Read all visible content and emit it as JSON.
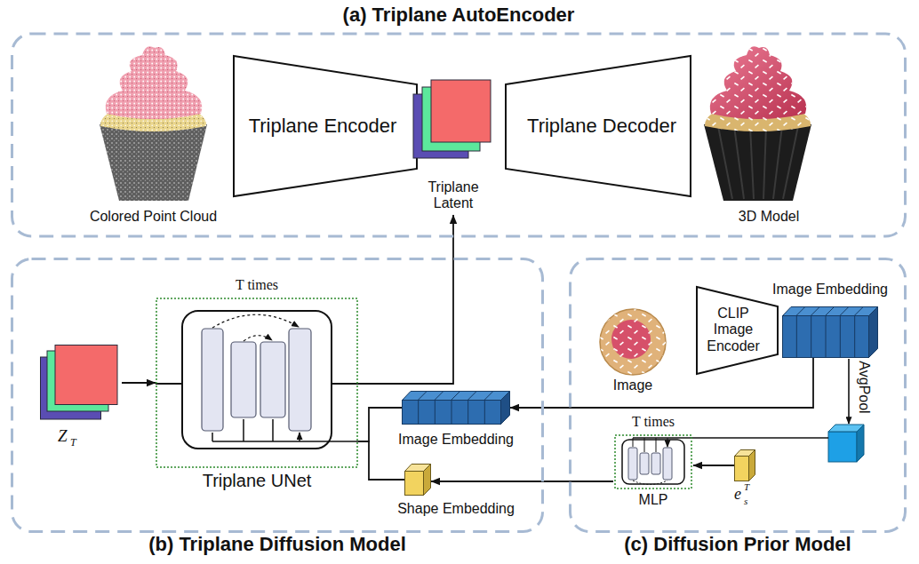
{
  "diagram": {
    "nodes": [
      {
        "text": [
          "(a) Triplane AutoEncoder"
        ]
      },
      {
        "text": [
          "Colored Point Cloud"
        ],
        "in": 0
      },
      {
        "text": [
          "Triplane Encoder"
        ],
        "in": 0
      },
      {
        "text": [
          "Triplane Latent"
        ],
        "in": 0
      },
      {
        "text": [
          "Triplane Decoder"
        ],
        "in": 0
      },
      {
        "text": [
          "3D Model"
        ],
        "in": 0
      },
      {
        "text": [
          "(b) Triplane Diffusion Model"
        ]
      },
      {
        "text": [
          "Z",
          "T"
        ],
        "in": 6
      },
      {
        "text": [
          "T times",
          "Triplane UNet"
        ],
        "in": 6
      },
      {
        "text": [
          "Image Embedding"
        ],
        "in": 6
      },
      {
        "text": [
          "Shape Embedding"
        ],
        "in": 6
      },
      {
        "text": [
          "(c) Diffusion Prior Model"
        ]
      },
      {
        "text": [
          "Image"
        ],
        "in": 11
      },
      {
        "text": [
          "CLIP Image Encoder"
        ],
        "in": 11
      },
      {
        "text": [
          "Image Embedding"
        ],
        "in": 11
      },
      {
        "text": [
          "T times",
          "MLP"
        ],
        "in": 11
      },
      {
        "text": [
          "e",
          "s",
          "T"
        ],
        "in": 11
      }
    ],
    "edges": [
      {
        "from": 7,
        "to": 8,
        "arrow": "to"
      },
      {
        "from": 8,
        "to": 3,
        "arrow": "to"
      },
      {
        "from": 14,
        "to": 9,
        "arrow": "to"
      },
      {
        "from": 9,
        "to": 8,
        "arrow": "none"
      },
      {
        "from": 10,
        "to": 8,
        "arrow": "none"
      },
      {
        "from": 16,
        "to": 15,
        "arrow": "to"
      },
      {
        "from": 15,
        "to": 10,
        "arrow": "to"
      }
    ],
    "labels": [
      "AvgPool"
    ]
  }
}
